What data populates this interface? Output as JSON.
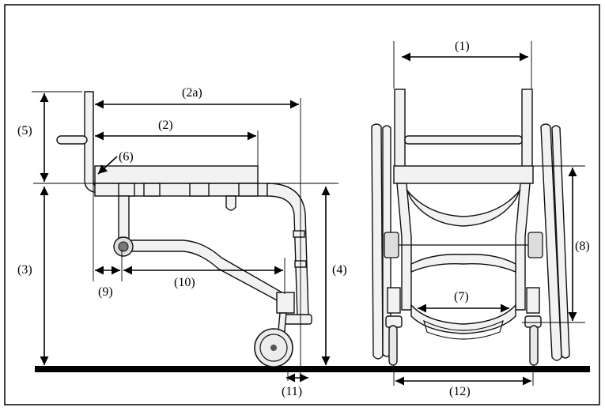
{
  "labels": {
    "d1": "(1)",
    "d2": "(2)",
    "d2a": "(2a)",
    "d3": "(3)",
    "d4": "(4)",
    "d5": "(5)",
    "d6": "(6)",
    "d7": "(7)",
    "d8": "(8)",
    "d9": "(9)",
    "d10": "(10)",
    "d11": "(11)",
    "d12": "(12)"
  },
  "colors": {
    "line": "#000000",
    "frame_fill": "#f2f2f2",
    "background": "#ffffff"
  }
}
